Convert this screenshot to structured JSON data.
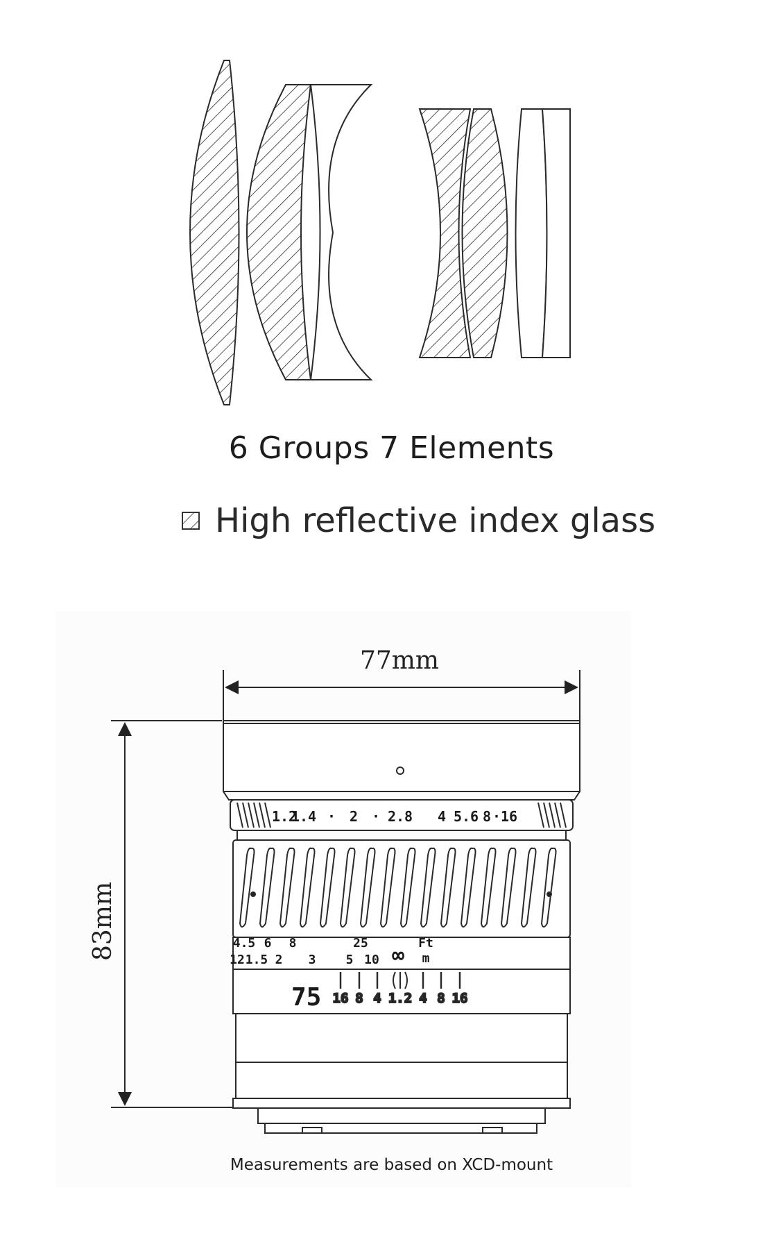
{
  "optics": {
    "title": "6 Groups 7 Elements",
    "legend": "High reflective index glass"
  },
  "dimensions": {
    "width": "77mm",
    "height": "83mm",
    "focal_length": "75",
    "aperture_scale": [
      "1.2",
      "1.4",
      "·",
      "2",
      "·",
      "2.8",
      "4",
      "5.6",
      "8",
      "·16"
    ],
    "ft_upper": [
      "4.5",
      "6",
      "8",
      "25"
    ],
    "ft_lower": [
      "12",
      "1.5",
      "2",
      "3",
      "5",
      "10"
    ],
    "infinity": "∞",
    "unit_ft": "Ft",
    "unit_m": "m",
    "dof_scale": [
      "16",
      "8",
      "4",
      "1.2",
      "4",
      "8",
      "16"
    ],
    "note": "Measurements are based on XCD-mount"
  }
}
